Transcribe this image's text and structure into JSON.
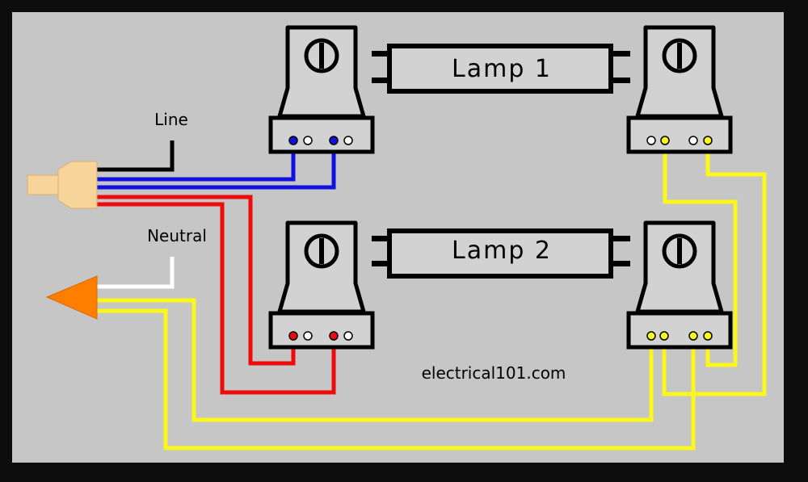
{
  "labels": {
    "line": "Line",
    "neutral": "Neutral",
    "lamp1": "Lamp 1",
    "lamp2": "Lamp 2",
    "watermark": "electrical101.com"
  },
  "colors": {
    "background": "#c6c6c6",
    "frame": "#0d0d0d",
    "line_wire": "#000000",
    "blue_wire": "#1010e0",
    "red_wire": "#ee0b0b",
    "neutral_wire": "#ffffff",
    "yellow_wire": "#fbf71a",
    "line_connector": "#f7d59a",
    "neutral_connector": "#ff7e00"
  }
}
